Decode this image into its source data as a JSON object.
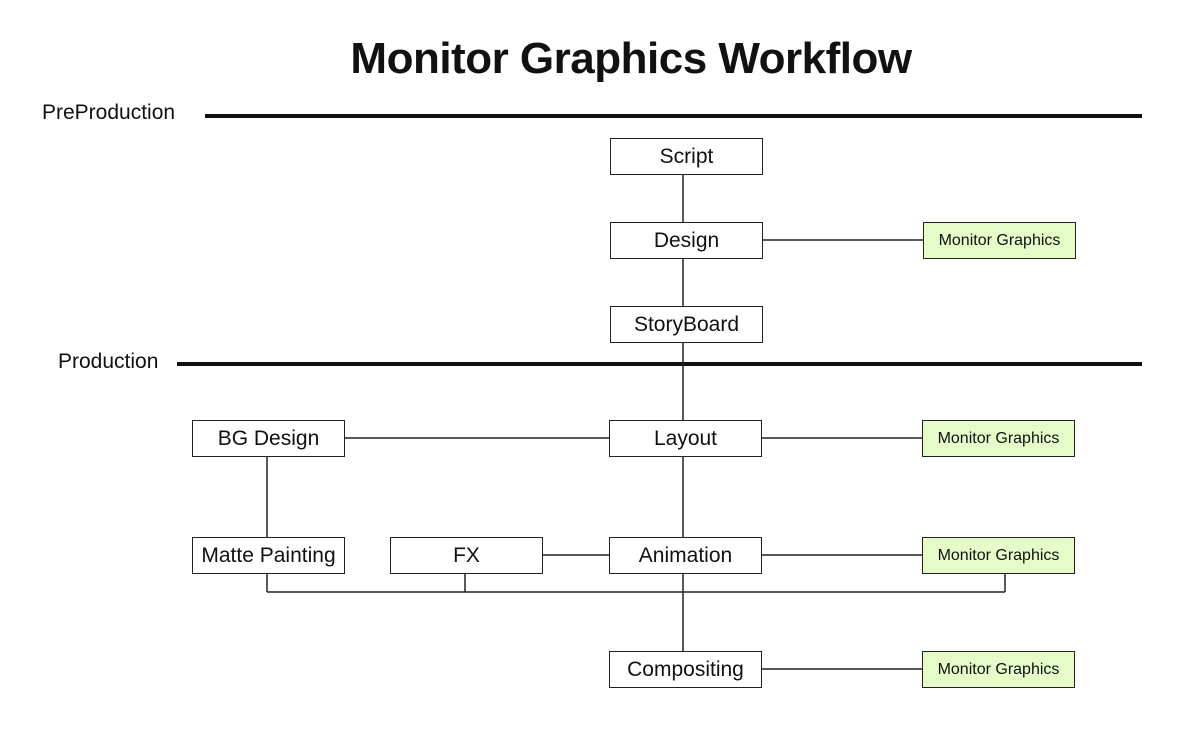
{
  "title": "Monitor Graphics Workflow",
  "phases": {
    "preproduction": "PreProduction",
    "production": "Production"
  },
  "nodes": {
    "script": "Script",
    "design": "Design",
    "storyboard": "StoryBoard",
    "layout": "Layout",
    "bg_design": "BG Design",
    "matte_painting": "Matte Painting",
    "fx": "FX",
    "animation": "Animation",
    "compositing": "Compositing"
  },
  "monitor_graphics": [
    "Monitor Graphics",
    "Monitor Graphics",
    "Monitor Graphics",
    "Monitor Graphics"
  ],
  "colors": {
    "monitor_graphics_fill": "#e5fcc8",
    "line": "#111111"
  }
}
